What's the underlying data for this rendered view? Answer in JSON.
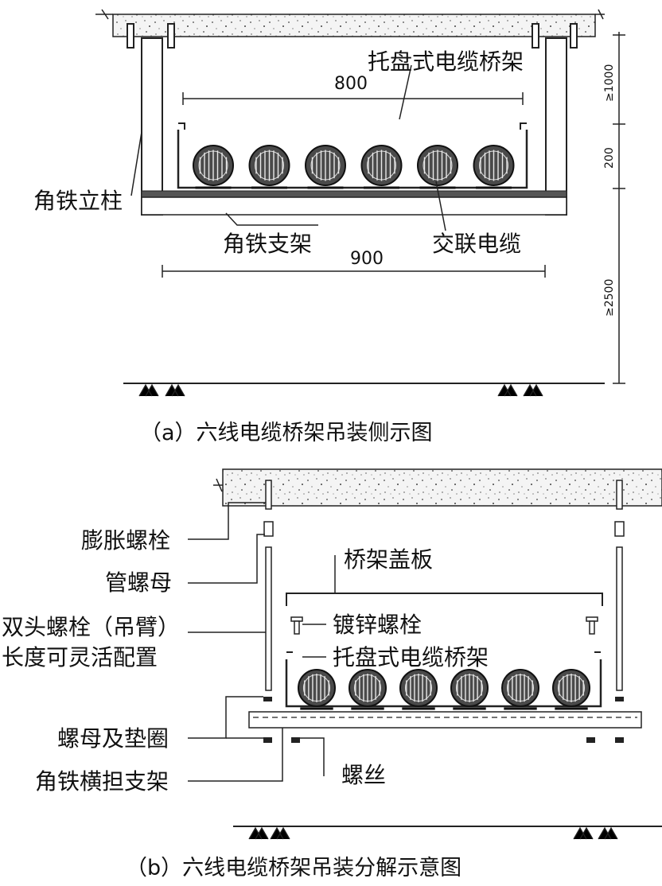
{
  "figure_a": {
    "labels": {
      "tray": "托盘式电缆桥架",
      "post": "角铁立柱",
      "bracket": "角铁支架",
      "cable": "交联电缆"
    },
    "dims": {
      "tray_width": "800",
      "bracket_width": "900",
      "v_top": "≥1000",
      "v_mid": "200",
      "v_bottom": "≥2500"
    },
    "caption": "（a）六线电缆桥架吊装侧示图"
  },
  "figure_b": {
    "labels": {
      "expansion_bolt": "膨胀螺栓",
      "pipe_nut": "管螺母",
      "double_bolt_1": "双头螺栓（吊臂）",
      "double_bolt_2": "长度可灵活配置",
      "cover": "桥架盖板",
      "galv_bolt": "镀锌螺栓",
      "tray": "托盘式电缆桥架",
      "nut_washer": "螺母及垫圈",
      "cross_arm": "角铁横担支架",
      "screw": "螺丝"
    },
    "caption": "（b）六线电缆桥架吊装分解示意图"
  },
  "cable_count": 6
}
